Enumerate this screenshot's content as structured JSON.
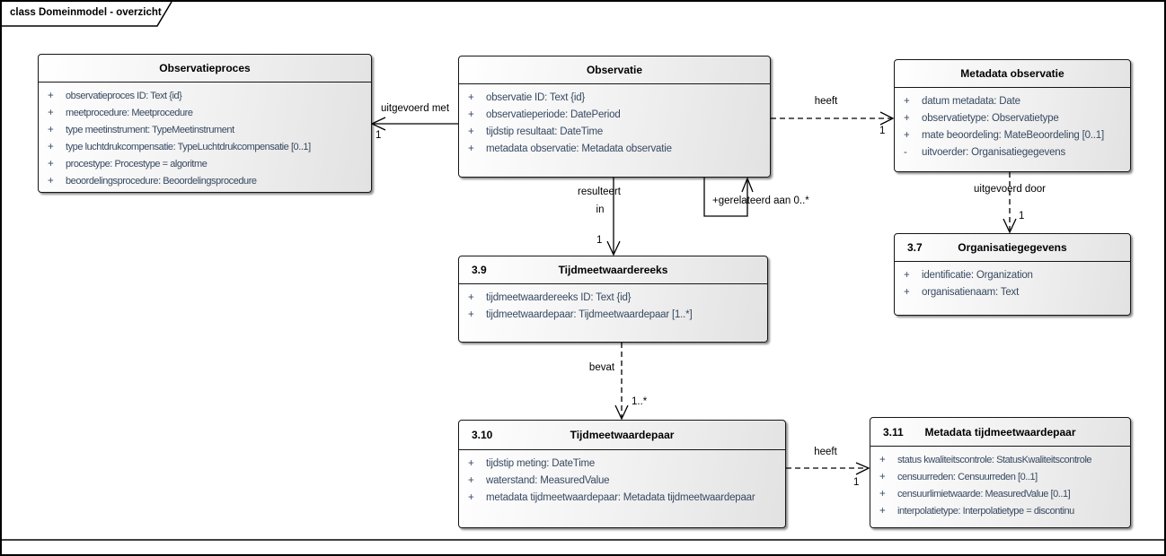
{
  "frame": {
    "title": "class Domeinmodel - overzicht"
  },
  "classes": [
    {
      "number": "",
      "title": "Observatieproces",
      "attributes": [
        {
          "vis": "+",
          "text": "observatieproces ID: Text {id}"
        },
        {
          "vis": "+",
          "text": "meetprocedure: Meetprocedure"
        },
        {
          "vis": "+",
          "text": "type meetinstrument: TypeMeetinstrument"
        },
        {
          "vis": "+",
          "text": "type luchtdrukcompensatie: TypeLuchtdrukcompensatie [0..1]"
        },
        {
          "vis": "+",
          "text": "procestype: Procestype = algoritme"
        },
        {
          "vis": "+",
          "text": "beoordelingsprocedure: Beoordelingsprocedure"
        }
      ]
    },
    {
      "number": "",
      "title": "Observatie",
      "attributes": [
        {
          "vis": "+",
          "text": "observatie ID: Text {id}"
        },
        {
          "vis": "+",
          "text": "observatieperiode: DatePeriod"
        },
        {
          "vis": "+",
          "text": "tijdstip resultaat: DateTime"
        },
        {
          "vis": "+",
          "text": "metadata observatie: Metadata observatie"
        }
      ]
    },
    {
      "number": "",
      "title": "Metadata observatie",
      "attributes": [
        {
          "vis": "+",
          "text": "datum metadata: Date"
        },
        {
          "vis": "+",
          "text": "observatietype: Observatietype"
        },
        {
          "vis": "+",
          "text": "mate beoordeling: MateBeoordeling [0..1]"
        },
        {
          "vis": "-",
          "text": "uitvoerder: Organisatiegegevens"
        }
      ]
    },
    {
      "number": "3.9",
      "title": "Tijdmeetwaardereeks",
      "attributes": [
        {
          "vis": "+",
          "text": "tijdmeetwaardereeks ID: Text {id}"
        },
        {
          "vis": "+",
          "text": "tijdmeetwaardepaar: Tijdmeetwaardepaar [1..*]"
        }
      ]
    },
    {
      "number": "3.7",
      "title": "Organisatiegegevens",
      "attributes": [
        {
          "vis": "+",
          "text": "identificatie: Organization"
        },
        {
          "vis": "+",
          "text": "organisatienaam: Text"
        }
      ]
    },
    {
      "number": "3.10",
      "title": "Tijdmeetwaardepaar",
      "attributes": [
        {
          "vis": "+",
          "text": "tijdstip meting: DateTime"
        },
        {
          "vis": "+",
          "text": "waterstand: MeasuredValue"
        },
        {
          "vis": "+",
          "text": "metadata tijdmeetwaardepaar: Metadata tijdmeetwaardepaar"
        }
      ]
    },
    {
      "number": "3.11",
      "title": "Metadata tijdmeetwaardepaar",
      "attributes": [
        {
          "vis": "+",
          "text": "status kwaliteitscontrole: StatusKwaliteitscontrole"
        },
        {
          "vis": "+",
          "text": "censuurreden: Censuurreden [0..1]"
        },
        {
          "vis": "+",
          "text": "censuurlimietwaarde: MeasuredValue [0..1]"
        },
        {
          "vis": "+",
          "text": "interpolatietype: Interpolatietype = discontinu"
        }
      ]
    }
  ],
  "edges": [
    {
      "label": "uitgevoerd met",
      "mult": "1",
      "style": "solid"
    },
    {
      "label": "heeft",
      "mult": "1",
      "style": "dashed"
    },
    {
      "label_line1": "resulteert",
      "label_line2": "in",
      "mult": "1",
      "style": "solid"
    },
    {
      "label": "+gerelateerd aan 0..*",
      "style": "solid"
    },
    {
      "label": "uitgevoerd door",
      "mult": "1",
      "style": "dashed"
    },
    {
      "label": "bevat",
      "mult": "1..*",
      "style": "dashed"
    },
    {
      "label": "heeft",
      "mult": "1",
      "style": "dashed"
    }
  ],
  "colors": {
    "attribute_text": "#374961",
    "box_border": "#161616",
    "line": "#000000"
  }
}
